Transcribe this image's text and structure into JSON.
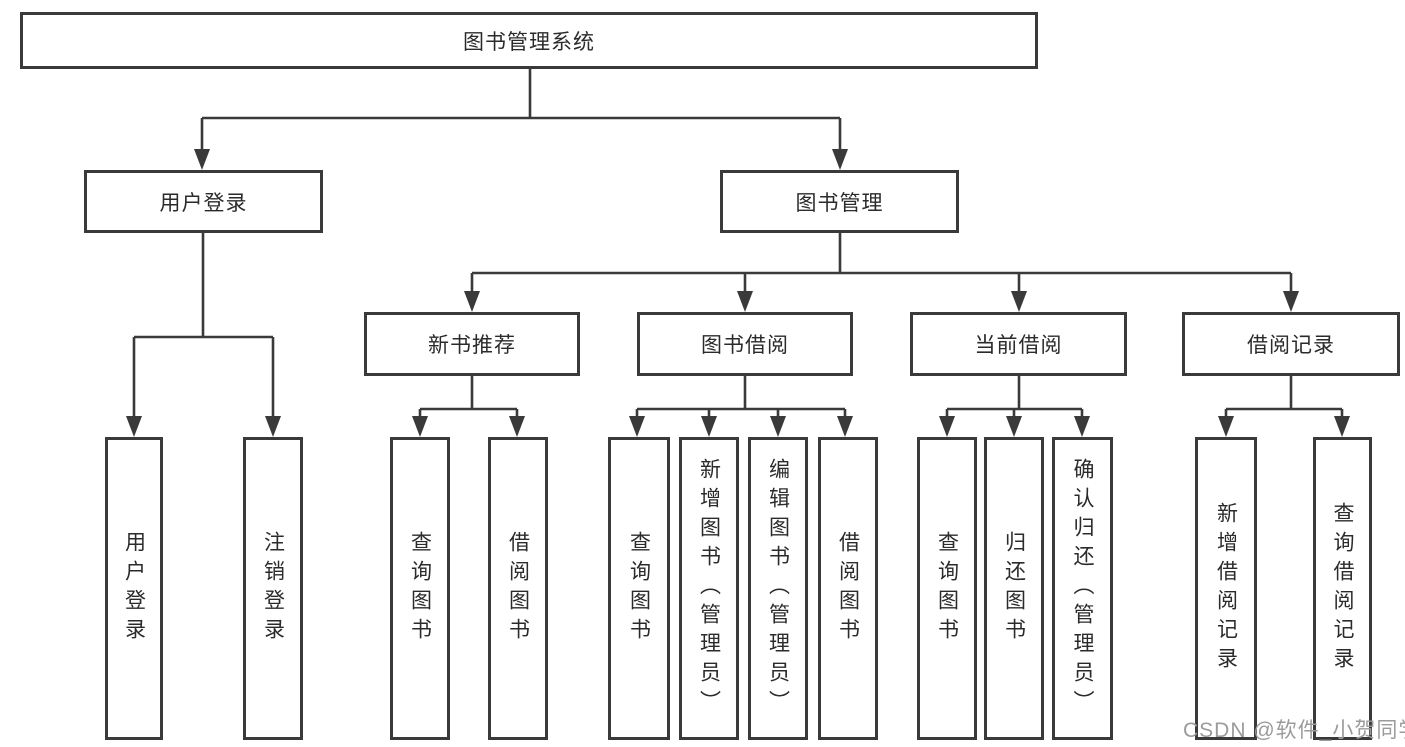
{
  "diagram": {
    "title": "图书管理系统",
    "watermark": "CSDN @软件_小贺同学",
    "colors": {
      "background": "#ffffff",
      "line": "#3a3a3a",
      "box_border": "#3a3a3a",
      "text": "#2b2b2b",
      "watermark": "#9b9b9b"
    },
    "tree": {
      "label": "图书管理系统",
      "children": [
        {
          "label": "用户登录",
          "children": [
            {
              "label": "用户登录"
            },
            {
              "label": "注销登录"
            }
          ]
        },
        {
          "label": "图书管理",
          "children": [
            {
              "label": "新书推荐",
              "children": [
                {
                  "label": "查询图书"
                },
                {
                  "label": "借阅图书"
                }
              ]
            },
            {
              "label": "图书借阅",
              "children": [
                {
                  "label": "查询图书"
                },
                {
                  "label": "新增图书（管理员）"
                },
                {
                  "label": "编辑图书（管理员）"
                },
                {
                  "label": "借阅图书"
                }
              ]
            },
            {
              "label": "当前借阅",
              "children": [
                {
                  "label": "查询图书"
                },
                {
                  "label": "归还图书"
                },
                {
                  "label": "确认归还（管理员）"
                }
              ]
            },
            {
              "label": "借阅记录",
              "children": [
                {
                  "label": "新增借阅记录"
                },
                {
                  "label": "查询借阅记录"
                }
              ]
            }
          ]
        }
      ]
    }
  }
}
